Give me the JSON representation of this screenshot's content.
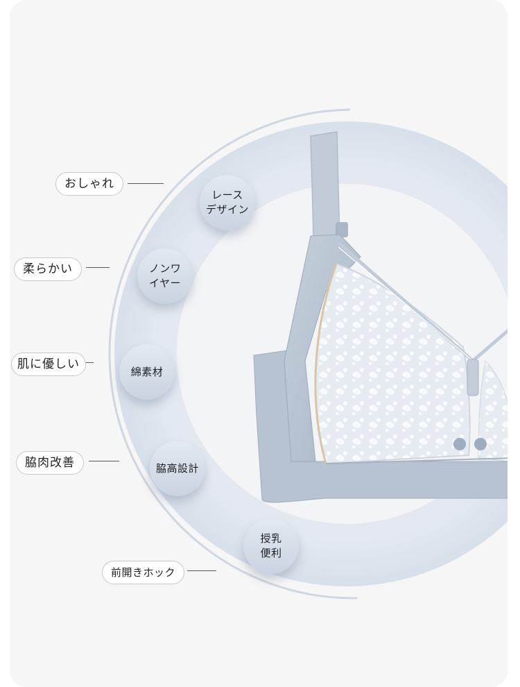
{
  "colors": {
    "background": "#f6f6f7",
    "ring": "#dfe5ee",
    "feature_circle": "#d6dee9",
    "product": "#b9c5d3",
    "lace": "#eef2f6"
  },
  "side_labels": [
    {
      "text": "おしゃれ"
    },
    {
      "text": "柔らかい"
    },
    {
      "text": "肌に優しい"
    },
    {
      "text": "脇肉改善"
    },
    {
      "text": "前開きホック"
    }
  ],
  "feature_circles": [
    {
      "text": "レース\nデザイン"
    },
    {
      "text": "ノンワ\nイヤー"
    },
    {
      "text": "綿素材"
    },
    {
      "text": "脇高設計"
    },
    {
      "text": "授乳\n便利"
    }
  ]
}
